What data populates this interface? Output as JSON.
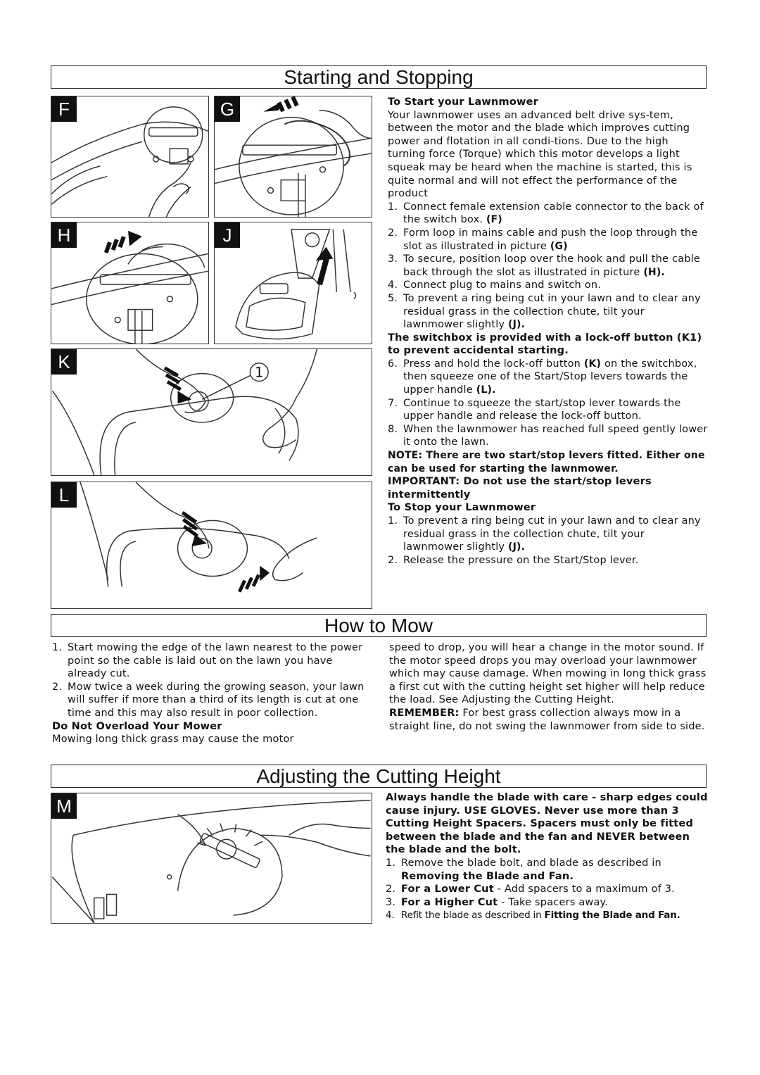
{
  "sections": {
    "starting_title": "Starting and Stopping",
    "howto_title": "How to Mow",
    "adjusting_title": "Adjusting the Cutting Height"
  },
  "figures": {
    "F": "F",
    "G": "G",
    "H": "H",
    "J": "J",
    "K": "K",
    "L": "L",
    "M": "M",
    "callout_1": "1"
  },
  "start": {
    "heading": "To Start your Lawnmower",
    "intro": "Your lawnmower uses an advanced belt drive sys-tem, between the motor and the blade which improves cutting power and flotation in all condi-tions. Due to the high turning force (Torque) which this motor develops a light squeak may be heard when the machine is started, this is quite normal and will not effect the performance of the product",
    "steps": [
      {
        "n": "1.",
        "text": "Connect female extension cable connector to the back of the switch box.",
        "ref": "(F)"
      },
      {
        "n": "2.",
        "text": "Form loop in mains cable and push the loop through the slot as illustrated in picture",
        "ref": "(G)"
      },
      {
        "n": "3.",
        "text": "To secure, position loop over the hook and pull the cable back through the slot as illustrated in picture",
        "ref": "(H)."
      },
      {
        "n": "4.",
        "text": "Connect plug to mains and switch on.",
        "ref": ""
      },
      {
        "n": "5.",
        "text": "To prevent a ring being cut in your lawn and to clear any residual grass in the collection chute, tilt your lawnmower slightly",
        "ref": "(J)."
      }
    ],
    "switchbox_note": "The switchbox is provided with a lock-off button (K1) to prevent accidental starting.",
    "steps2": [
      {
        "n": "6.",
        "pre": "Press and hold the lock-off button",
        "ref": "(K)",
        "post": "on the switchbox, then squeeze one of the Start/Stop levers towards the upper handle",
        "ref2": "(L)."
      },
      {
        "n": "7.",
        "pre": "Continue to squeeze the start/stop lever towards the upper handle and release the lock-off button.",
        "ref": "",
        "post": "",
        "ref2": ""
      },
      {
        "n": "8.",
        "pre": "When the lawnmower has reached full speed gently lower it onto the lawn.",
        "ref": "",
        "post": "",
        "ref2": ""
      }
    ],
    "note": "NOTE: There are two start/stop levers fitted. Either one can be used for starting the lawnmower.",
    "important": "IMPORTANT: Do not use the start/stop levers intermittently"
  },
  "stop": {
    "heading": "To Stop your Lawnmower",
    "steps": [
      {
        "n": "1.",
        "text": "To prevent a ring being cut in your lawn and to clear any residual grass in the collection chute, tilt your lawnmower slightly",
        "ref": "(J)."
      },
      {
        "n": "2.",
        "text": "Release the pressure on the Start/Stop lever.",
        "ref": ""
      }
    ]
  },
  "howto": {
    "steps": [
      {
        "n": "1.",
        "text": "Start mowing the edge of the lawn nearest to the power point so the cable is laid out on the lawn you have already cut."
      },
      {
        "n": "2.",
        "text": "Mow twice a week during the growing season, your lawn will suffer if more than a third of its length is cut at one time and this may also result in poor collection."
      }
    ],
    "overload_heading": "Do Not Overload Your Mower",
    "overload_text_a": "Mowing long thick grass may cause the motor",
    "overload_text_b": "speed to drop, you will hear a change in the motor sound.  If the motor speed drops you may overload your lawnmower which may cause damage.  When mowing in long thick grass a first cut with the cutting height set higher will help reduce the load. See Adjusting the Cutting Height.",
    "remember_label": "REMEMBER:",
    "remember_text": "For best grass collection always mow in a straight line, do not swing the lawnmower from side to side."
  },
  "adjust": {
    "warning": "Always handle the blade with care - sharp edges could cause injury.  USE GLOVES.  Never use more than 3 Cutting Height Spacers.  Spacers must only be fitted between the blade and the fan and NEVER between the blade and the bolt.",
    "steps": [
      {
        "n": "1.",
        "pre": "Remove the blade bolt, and blade as described in",
        "bold": "Removing the Blade and Fan.",
        "post": ""
      },
      {
        "n": "2.",
        "pre": "",
        "bold": "For a Lower Cut",
        "post": "- Add spacers to a maximum of 3."
      },
      {
        "n": "3.",
        "pre": "",
        "bold": "For a Higher Cut",
        "post": "- Take spacers away."
      },
      {
        "n": "4.",
        "pre": "Refit the blade as described in",
        "bold": "Fitting the Blade and Fan.",
        "post": ""
      }
    ]
  }
}
